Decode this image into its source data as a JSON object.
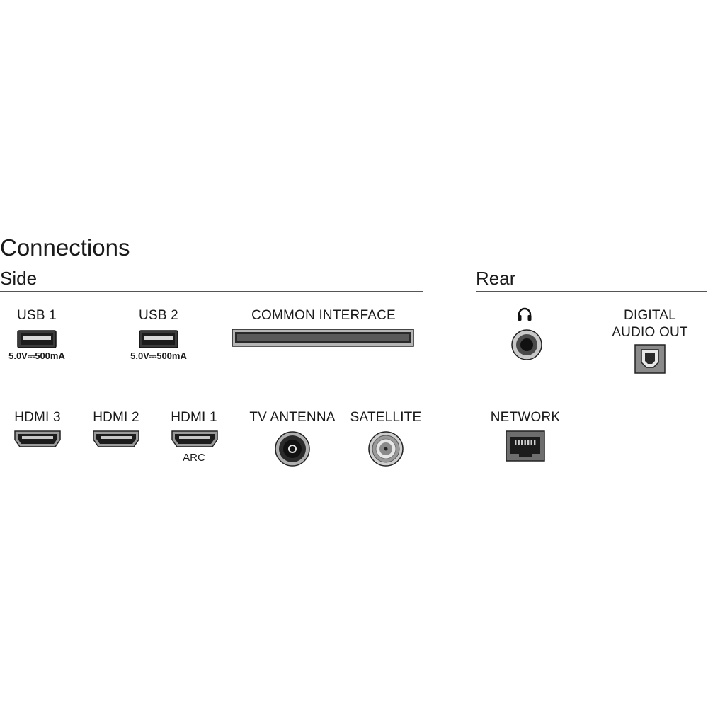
{
  "title": "Connections",
  "sections": {
    "side": "Side",
    "rear": "Rear"
  },
  "side_ports": {
    "usb1": {
      "label": "USB 1",
      "rating": "5.0V⎓500mA"
    },
    "usb2": {
      "label": "USB 2",
      "rating": "5.0V⎓500mA"
    },
    "common_interface": {
      "label": "COMMON INTERFACE"
    },
    "hdmi3": {
      "label": "HDMI 3"
    },
    "hdmi2": {
      "label": "HDMI 2"
    },
    "hdmi1": {
      "label": "HDMI 1",
      "note": "ARC"
    },
    "tv_antenna": {
      "label": "TV ANTENNA"
    },
    "satellite": {
      "label": "SATELLITE"
    }
  },
  "rear_ports": {
    "headphone": {
      "icon": "headphone-icon"
    },
    "digital_audio_out": {
      "label_line1": "DIGITAL",
      "label_line2": "AUDIO OUT"
    },
    "network": {
      "label": "NETWORK"
    }
  },
  "colors": {
    "text": "#1a1a1a",
    "rule": "#555555",
    "port_dark": "#2a2a2a",
    "port_metal": "#9a9a9a"
  }
}
